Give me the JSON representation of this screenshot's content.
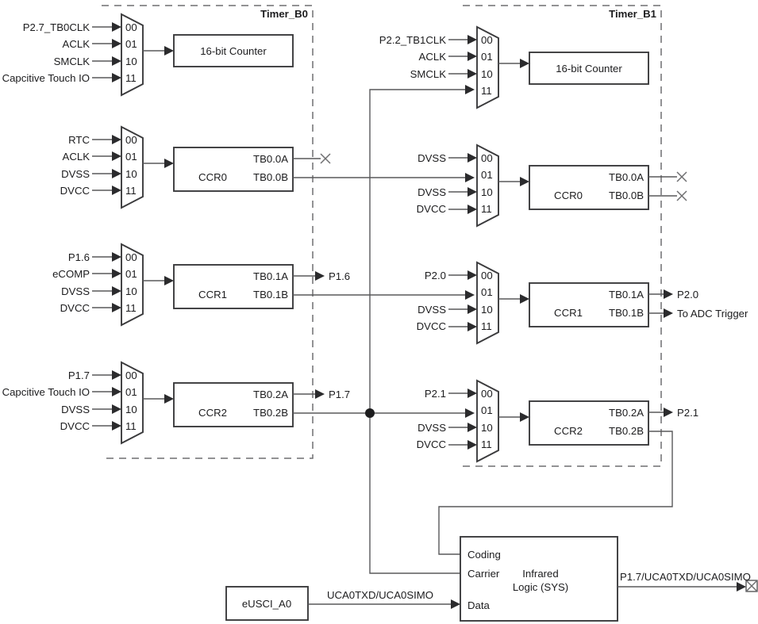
{
  "diagram": {
    "title": "Timer_B0 / Timer_B1 block diagram",
    "colors": {
      "wire": "#58585a",
      "block_stroke": "#3b3b3d",
      "dashed_group": "#6e6e70",
      "text": "#1c1c1e",
      "background": "#ffffff"
    },
    "groups": [
      {
        "id": "timer_b0",
        "label": "Timer_B0"
      },
      {
        "id": "timer_b1",
        "label": "Timer_B1"
      }
    ],
    "timer_b0": {
      "label": "Timer_B0",
      "clock_mux": {
        "selectors": [
          "00",
          "01",
          "10",
          "11"
        ],
        "inputs": [
          "P2.7_TB0CLK",
          "ACLK",
          "SMCLK",
          "Capcitive Touch IO"
        ],
        "output_block": "16-bit Counter"
      },
      "ccr0": {
        "name": "CCR0",
        "mux_selectors": [
          "00",
          "01",
          "10",
          "11"
        ],
        "mux_inputs": [
          "RTC",
          "ACLK",
          "DVSS",
          "DVCC"
        ],
        "outputs": [
          "TB0.0A",
          "TB0.0B"
        ],
        "output_dests": [
          "no-connect",
          "Timer_B1 CCR0 mux 01"
        ]
      },
      "ccr1": {
        "name": "CCR1",
        "mux_selectors": [
          "00",
          "01",
          "10",
          "11"
        ],
        "mux_inputs": [
          "P1.6",
          "eCOMP",
          "DVSS",
          "DVCC"
        ],
        "outputs": [
          "TB0.1A",
          "TB0.1B"
        ],
        "output_dests": [
          "P1.6",
          "Timer_B1 CCR1 mux 01"
        ]
      },
      "ccr2": {
        "name": "CCR2",
        "mux_selectors": [
          "00",
          "01",
          "10",
          "11"
        ],
        "mux_inputs": [
          "P1.7",
          "Capcitive Touch IO",
          "DVSS",
          "DVCC"
        ],
        "outputs": [
          "TB0.2A",
          "TB0.2B"
        ],
        "output_dests": [
          "P1.7",
          "Timer_B1 CCR2 mux 01 / Carrier / Timer_B1 clock mux 11"
        ]
      }
    },
    "timer_b1": {
      "label": "Timer_B1",
      "clock_mux": {
        "selectors": [
          "00",
          "01",
          "10",
          "11"
        ],
        "inputs": [
          "P2.2_TB1CLK",
          "ACLK",
          "SMCLK",
          ""
        ],
        "output_block": "16-bit Counter"
      },
      "ccr0": {
        "name": "CCR0",
        "mux_selectors": [
          "00",
          "01",
          "10",
          "11"
        ],
        "mux_inputs": [
          "DVSS",
          "",
          "DVSS",
          "DVCC"
        ],
        "outputs": [
          "TB0.0A",
          "TB0.0B"
        ],
        "output_dests": [
          "no-connect",
          "no-connect"
        ]
      },
      "ccr1": {
        "name": "CCR1",
        "mux_selectors": [
          "00",
          "01",
          "10",
          "11"
        ],
        "mux_inputs": [
          "P2.0",
          "",
          "DVSS",
          "DVCC"
        ],
        "outputs": [
          "TB0.1A",
          "TB0.1B"
        ],
        "output_labels": [
          "P2.0",
          "To ADC Trigger"
        ]
      },
      "ccr2": {
        "name": "CCR2",
        "mux_selectors": [
          "00",
          "01",
          "10",
          "11"
        ],
        "mux_inputs": [
          "P2.1",
          "",
          "DVSS",
          "DVCC"
        ],
        "outputs": [
          "TB0.2A",
          "TB0.2B"
        ],
        "output_labels": [
          "P2.1",
          "Coding"
        ]
      }
    },
    "infrared": {
      "block_line1": "Infrared",
      "block_line2": "Logic (SYS)",
      "ports": [
        "Coding",
        "Carrier",
        "Data"
      ],
      "output_label": "P1.7/UCA0TXD/UCA0SIMO"
    },
    "eusci": {
      "block_label": "eUSCI_A0",
      "wire_label": "UCA0TXD/UCA0SIMO"
    }
  }
}
